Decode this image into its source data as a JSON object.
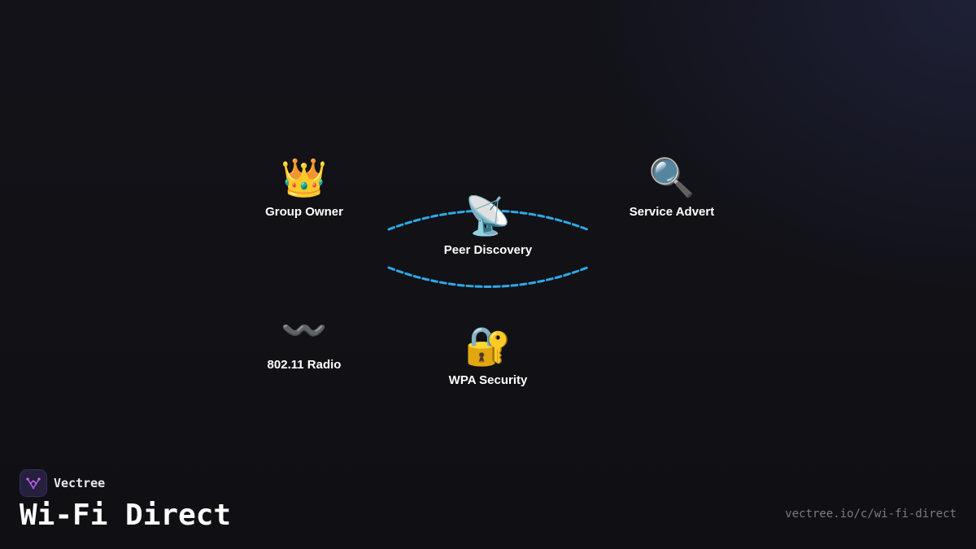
{
  "diagram": {
    "nodes": {
      "group_owner": {
        "label": "Group Owner",
        "icon": "crown-icon",
        "glyph": "👑"
      },
      "service_advert": {
        "label": "Service Advert",
        "icon": "magnifier-icon",
        "glyph": "🔍"
      },
      "peer_discovery": {
        "label": "Peer Discovery",
        "icon": "satellite-antenna-icon",
        "glyph": "📡"
      },
      "radio": {
        "label": "802.11 Radio",
        "icon": "wavy-dash-icon",
        "glyph": "〰️"
      },
      "wpa_security": {
        "label": "WPA Security",
        "icon": "lock-with-key-icon",
        "glyph": "🔐"
      }
    },
    "connector_color": "#2ea8e6"
  },
  "footer": {
    "brand": "Vectree",
    "title": "Wi-Fi Direct",
    "url": "vectree.io/c/wi-fi-direct"
  }
}
